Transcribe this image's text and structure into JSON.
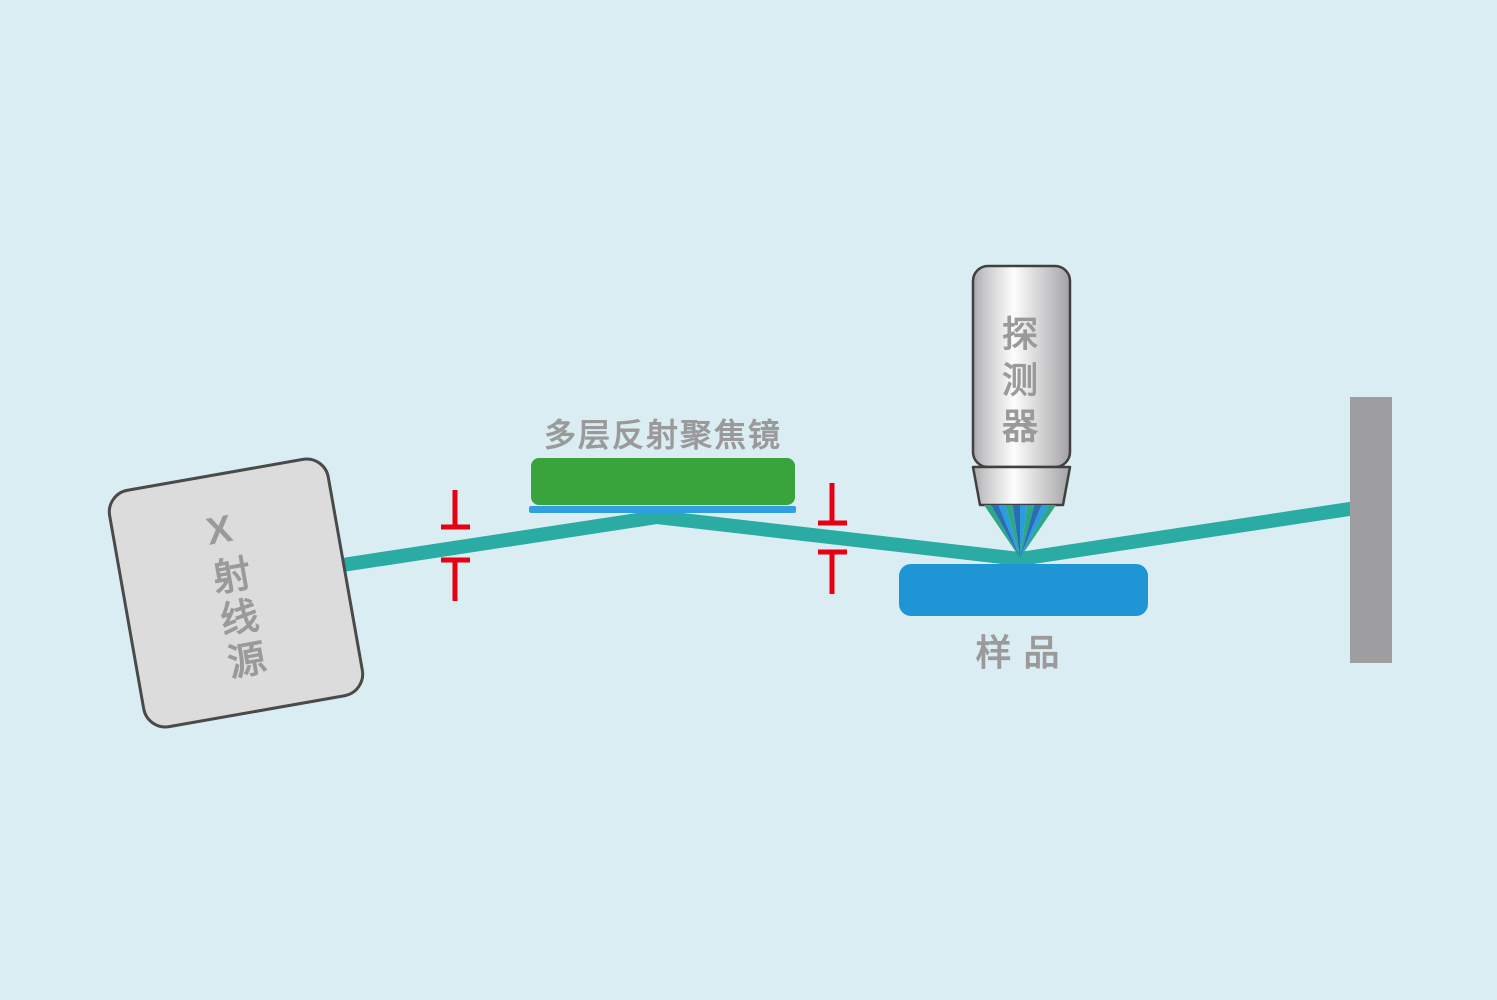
{
  "diagram": {
    "source": {
      "label": "X射线源"
    },
    "mirror": {
      "label": "多层反射聚焦镜"
    },
    "detector": {
      "label": "探测器"
    },
    "sample": {
      "label": "样品"
    },
    "colors": {
      "background": "#d9edf3",
      "beam_teal": "#2aaba3",
      "mirror_green": "#3aa43c",
      "mirror_coating_blue": "#30a0e0",
      "sample_blue": "#2095d5",
      "slit_red": "#e60012",
      "beam_stop_gray": "#9e9ea0",
      "box_fill_gray": "#dcdcdc",
      "box_border_gray": "#4a4a4a",
      "label_gray": "#9a9a9a",
      "detector_border": "#404040"
    },
    "fan": {
      "stripe_colors": [
        "#2ca886",
        "#2b6cb5",
        "#2b9cdc",
        "#2ca886",
        "#2b6cb5",
        "#2b9cdc",
        "#2ca886",
        "#2b6cb5",
        "#2b9cdc",
        "#2ca886"
      ]
    }
  }
}
